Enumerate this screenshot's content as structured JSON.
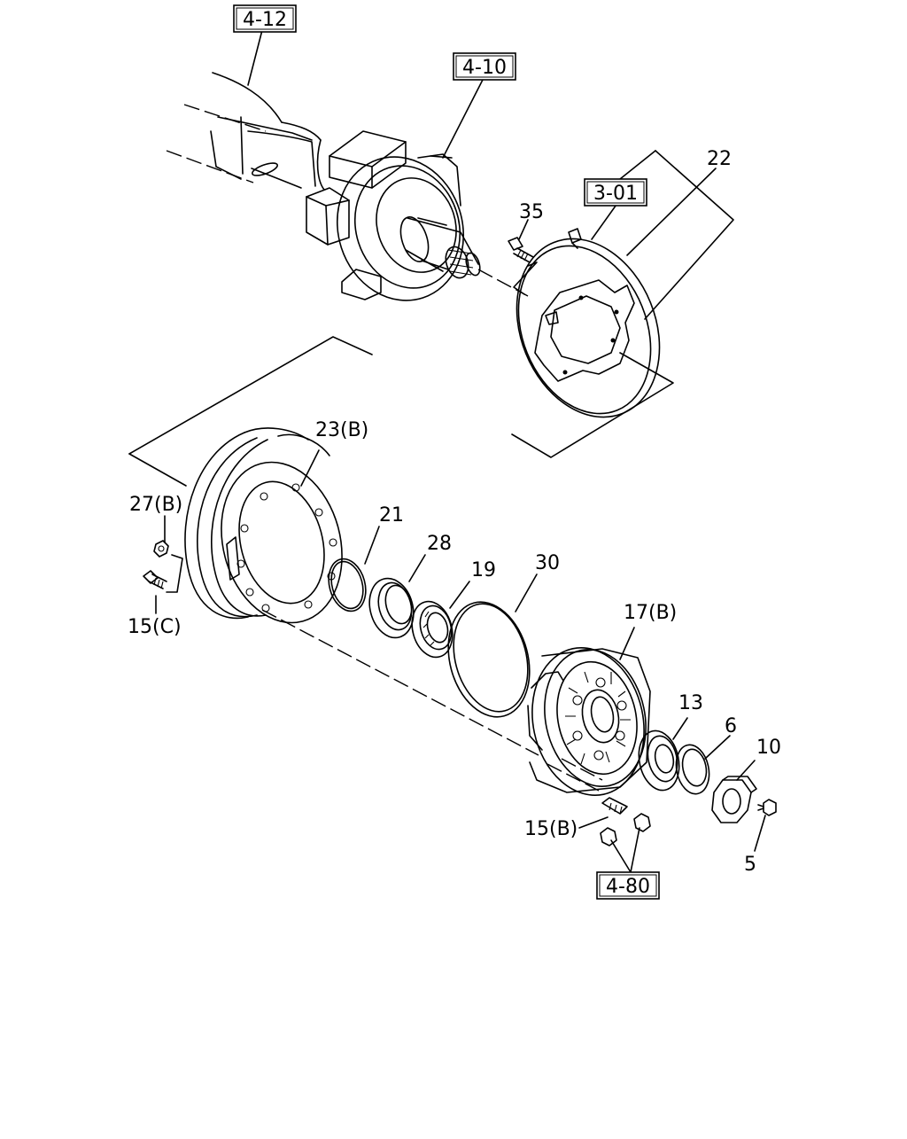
{
  "references": {
    "r412": "4-12",
    "r410": "4-10",
    "r301": "3-01",
    "r480": "4-80"
  },
  "parts": {
    "p22": "22",
    "p35": "35",
    "p23b": "23(B)",
    "p27b": "27(B)",
    "p15c": "15(C)",
    "p21": "21",
    "p28": "28",
    "p19": "19",
    "p30": "30",
    "p17b": "17(B)",
    "p13": "13",
    "p6": "6",
    "p10": "10",
    "p15b": "15(B)",
    "p5": "5"
  }
}
